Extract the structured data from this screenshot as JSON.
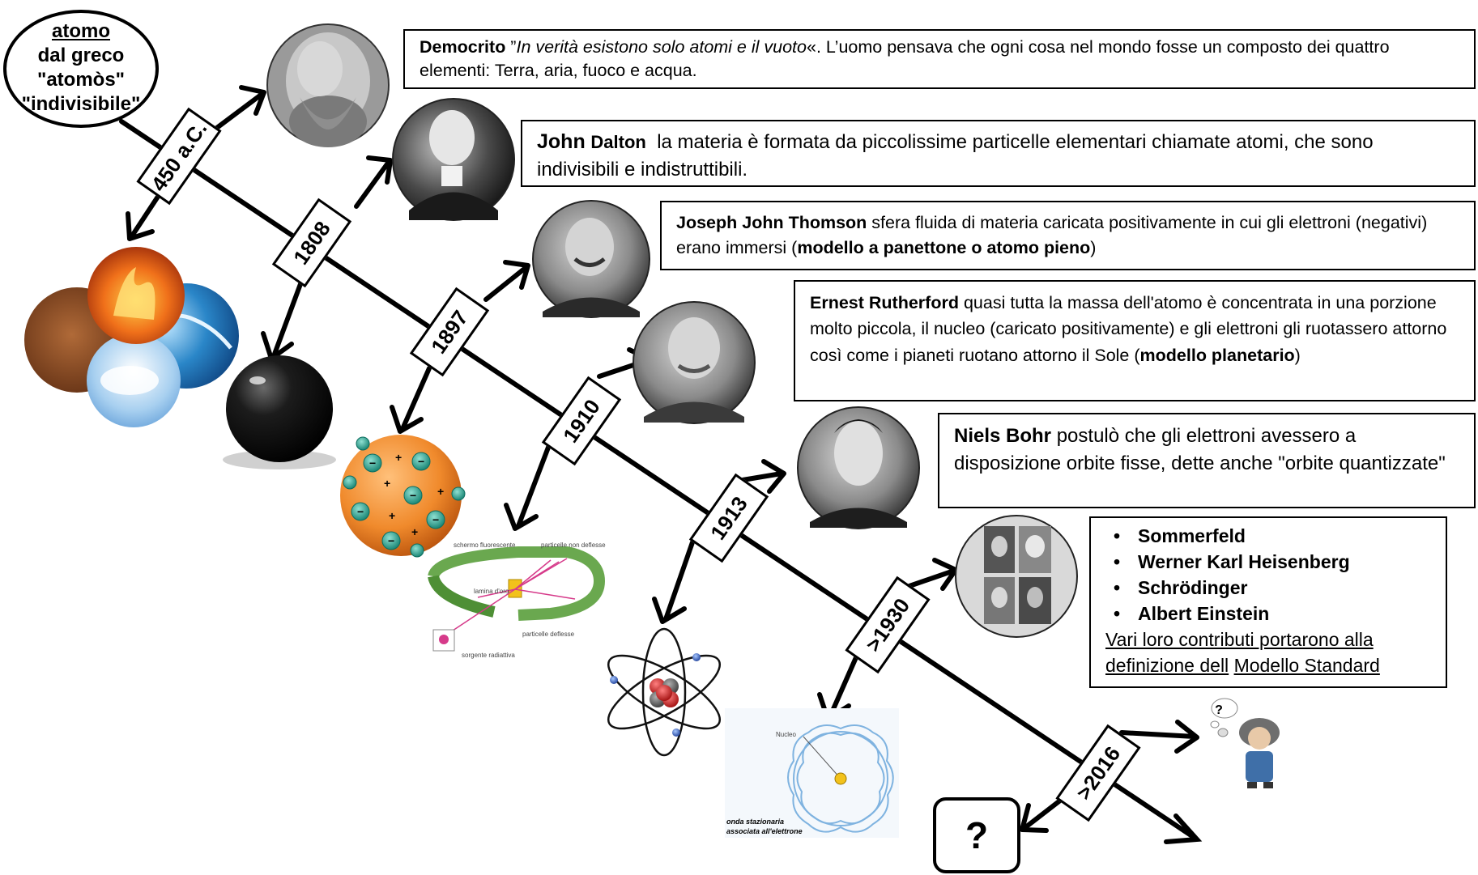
{
  "origin": {
    "line1": "atomo",
    "line2": "dal greco",
    "line3": "\"atomòs\"",
    "line4": "\"indivisibile\""
  },
  "years": [
    "450 a.C.",
    "1808",
    "1897",
    "1910",
    "1913",
    ">1930",
    ">2016"
  ],
  "democrito": {
    "name": "Democrito",
    "pre": " ”",
    "quote": "In verità esistono solo atomi e il vuoto",
    "text": "«. L’uomo pensava che ogni cosa nel mondo fosse un composto dei quattro elementi: Terra, aria, fuoco e acqua."
  },
  "dalton": {
    "name_first": "John",
    "name_last": "Dalton",
    "text": "la materia è formata da piccolissime particelle elementari chiamate atomi, che sono indivisibili e indistruttibili."
  },
  "thomson": {
    "name": "Joseph John Thomson",
    "text": " sfera fluida di materia caricata positivamente  in cui gli elettroni (negativi) erano immersi (",
    "bold": "modello a panettone o atomo pieno",
    "end": ")"
  },
  "rutherford": {
    "name": "Ernest  Rutherford",
    "text": "  quasi tutta la massa dell'atomo è concentrata in una porzione molto piccola, il nucleo (caricato positivamente) e gli elettroni gli ruotassero attorno così come i pianeti ruotano attorno il Sole (",
    "bold": "modello planetario",
    "end": ")"
  },
  "bohr": {
    "name": "Niels Bohr",
    "text": " postulò che gli elettroni avessero a disposizione orbite fisse, dette anche \"orbite quantizzate\""
  },
  "modern": {
    "names": [
      "Sommerfeld",
      "Werner Karl Heisenberg",
      "Schrödinger",
      "Albert Einstein"
    ],
    "line1": "Vari loro contributi portarono alla",
    "line2a": "definizione dell",
    "line2b": "Modello Standard"
  },
  "question_mark": "?",
  "thought_mark": "?",
  "rutherford_experiment": {
    "screen": "schermo fluorescente",
    "undeflected": "particelle non deflesse",
    "foil": "lamina d'oro",
    "deflected": "particelle deflesse",
    "source": "sorgente radiattiva"
  },
  "bohr_wave": {
    "nucleus": "Nucleo",
    "caption1": "onda stazionaria",
    "caption2": "associata all'elettrone"
  },
  "colors": {
    "line": "#000000",
    "fire": "#e8641a",
    "water": "#2a86c8",
    "earth": "#8b4a22",
    "sky": "#9cc6ea",
    "thomson_sphere": "#f08a2c",
    "electron": "#1f9e8c",
    "ring_green": "#6aa84f",
    "gold_foil": "#f2c21b",
    "wave_blue": "#7fb3e0",
    "portrait_gray": "#6e6e6e"
  }
}
